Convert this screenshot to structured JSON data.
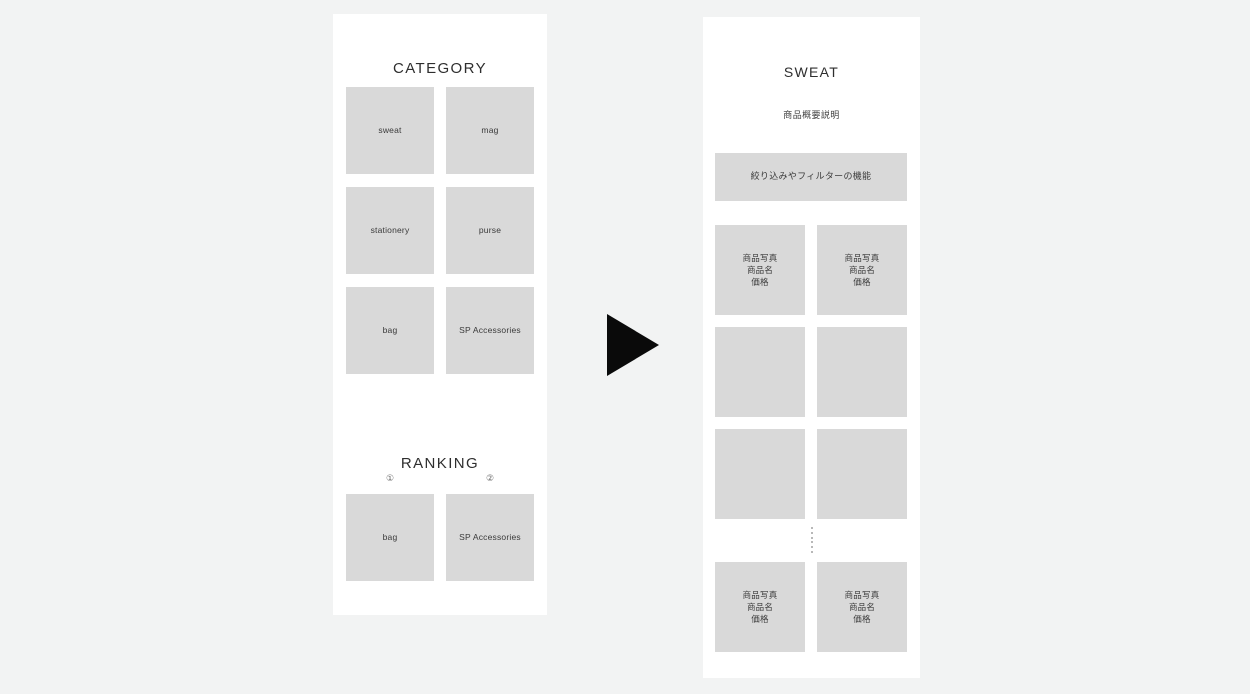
{
  "page": {
    "background_color": "#f2f3f3",
    "panel_color": "#ffffff",
    "tile_color": "#d9d9d9",
    "text_color": "#3c3c3c"
  },
  "category_panel": {
    "title": "CATEGORY",
    "tiles": [
      {
        "label": "sweat"
      },
      {
        "label": "mag"
      },
      {
        "label": "stationery"
      },
      {
        "label": "purse"
      },
      {
        "label": "bag"
      },
      {
        "label": "SP Accessories"
      }
    ],
    "ranking": {
      "title": "RANKING",
      "items": [
        {
          "rank": "①",
          "label": "bag"
        },
        {
          "rank": "②",
          "label": "SP Accessories"
        }
      ]
    }
  },
  "product_panel": {
    "title": "SWEAT",
    "subtitle": "商品概要説明",
    "filter_bar_label": "絞り込みやフィルターの機能",
    "product_card_label": "商品写真\n商品名\n価格",
    "cards": [
      {
        "id": "r1c1",
        "label": "商品写真\n商品名\n価格"
      },
      {
        "id": "r1c2",
        "label": "商品写真\n商品名\n価格"
      },
      {
        "id": "r2c1",
        "label": ""
      },
      {
        "id": "r2c2",
        "label": ""
      },
      {
        "id": "r3c1",
        "label": ""
      },
      {
        "id": "r3c2",
        "label": ""
      },
      {
        "id": "r4c1",
        "label": "商品写真\n商品名\n価格"
      },
      {
        "id": "r4c2",
        "label": "商品写真\n商品名\n価格"
      }
    ],
    "list_continues_indicator": "⋮"
  },
  "flow": {
    "arrow_direction": "right",
    "arrow_color": "#000000"
  }
}
